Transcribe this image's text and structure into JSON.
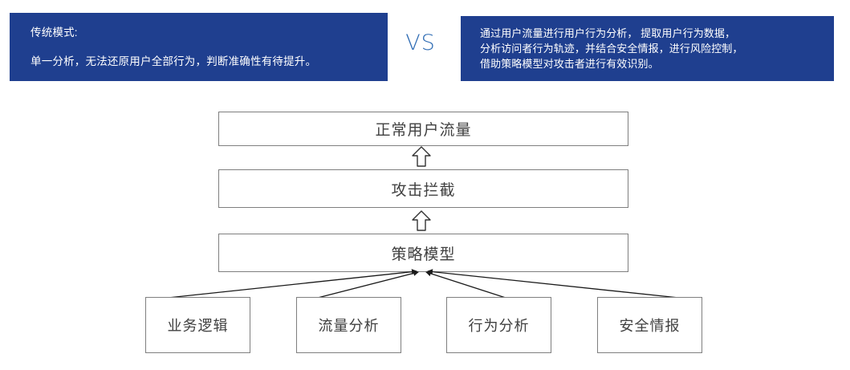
{
  "theme": {
    "banner_blue": "#1F3F8F",
    "vs_blue": "#2f6cb4",
    "box_border": "#7f7f7f",
    "box_text": "#404040",
    "page_background": "#ffffff"
  },
  "comparison": {
    "left": {
      "heading": "传统模式:",
      "body": "单一分析，无法还原用户全部行为，判断准确性有待提升。"
    },
    "vs_label": "VS",
    "right": {
      "line1": "通过用户流量进行用户行为分析， 提取用户行为数据，",
      "line2": "分析访问者行为轨迹，并结合安全情报，进行风险控制，",
      "line3": "借助策略模型对攻击者进行有效识别。"
    }
  },
  "flow": {
    "stack": [
      {
        "label": "正常用户流量"
      },
      {
        "label": "攻击拦截"
      },
      {
        "label": "策略模型"
      }
    ],
    "arrows": [
      {
        "name": "arrow-up-to-normal-traffic",
        "glyph": "⇧"
      },
      {
        "name": "arrow-up-to-attack-block",
        "glyph": "⇧"
      }
    ],
    "inputs": [
      {
        "label": "业务逻辑"
      },
      {
        "label": "流量分析"
      },
      {
        "label": "行为分析"
      },
      {
        "label": "安全情报"
      }
    ]
  }
}
